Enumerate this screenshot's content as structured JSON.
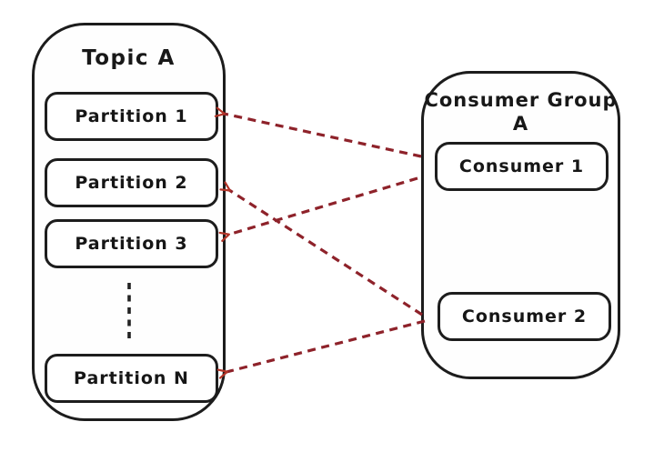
{
  "diagram": {
    "topic": {
      "title": "Topic A",
      "partitions": [
        {
          "label": "Partition 1"
        },
        {
          "label": "Partition 2"
        },
        {
          "label": "Partition 3"
        },
        {
          "label": "Partition N"
        }
      ],
      "ellipsis_note": "dashed vertical ellipsis between Partition 3 and Partition N"
    },
    "consumer_group": {
      "title_lines": [
        "Consumer Group",
        "A"
      ],
      "consumers": [
        {
          "label": "Consumer 1"
        },
        {
          "label": "Consumer 2"
        }
      ]
    },
    "connections": [
      {
        "from": "Consumer 1",
        "to": "Partition 1",
        "style": "dashed-arrow"
      },
      {
        "from": "Consumer 1",
        "to": "Partition 3",
        "style": "dashed-arrow"
      },
      {
        "from": "Consumer 2",
        "to": "Partition 2",
        "style": "dashed-arrow"
      },
      {
        "from": "Consumer 2",
        "to": "Partition N",
        "style": "dashed-arrow"
      }
    ],
    "colors": {
      "outline": "#1c1c1c",
      "arrow": "#8e222a",
      "arrowhead": "#b23327",
      "ellipsis": "#222222",
      "background": "#ffffff"
    }
  }
}
